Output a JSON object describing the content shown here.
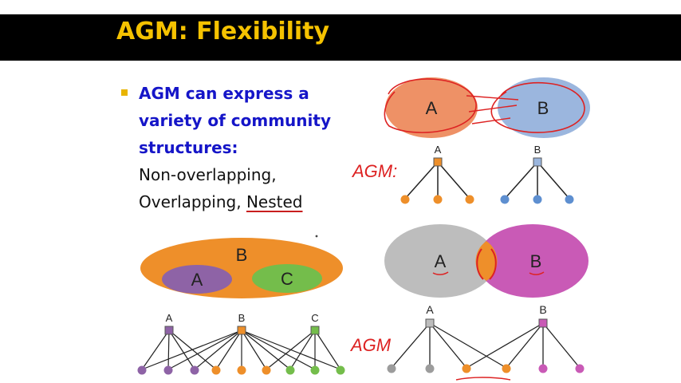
{
  "title": "AGM: Flexibility",
  "bullet": {
    "line1": "AGM can express a",
    "line2": "variety of community",
    "line3": "structures:",
    "line4": "Non-overlapping,",
    "line5a": "Overlapping, ",
    "line5b": "Nested"
  },
  "labels": {
    "A": "A",
    "B": "B",
    "C": "C"
  },
  "annotations": {
    "agm_top": "AGM:",
    "agm_bottom": "AGM"
  },
  "colors": {
    "title": "#f5c200",
    "bullet_text": "#1515c8",
    "orange": "#ee8f2a",
    "salmon": "#ee9166",
    "blue_comm": "#9bb6de",
    "gray_comm": "#bdbdbd",
    "magenta_comm": "#c95ab6",
    "purple_comm": "#8e63a6",
    "green_comm": "#74bd4b",
    "ink": "#d22222"
  }
}
